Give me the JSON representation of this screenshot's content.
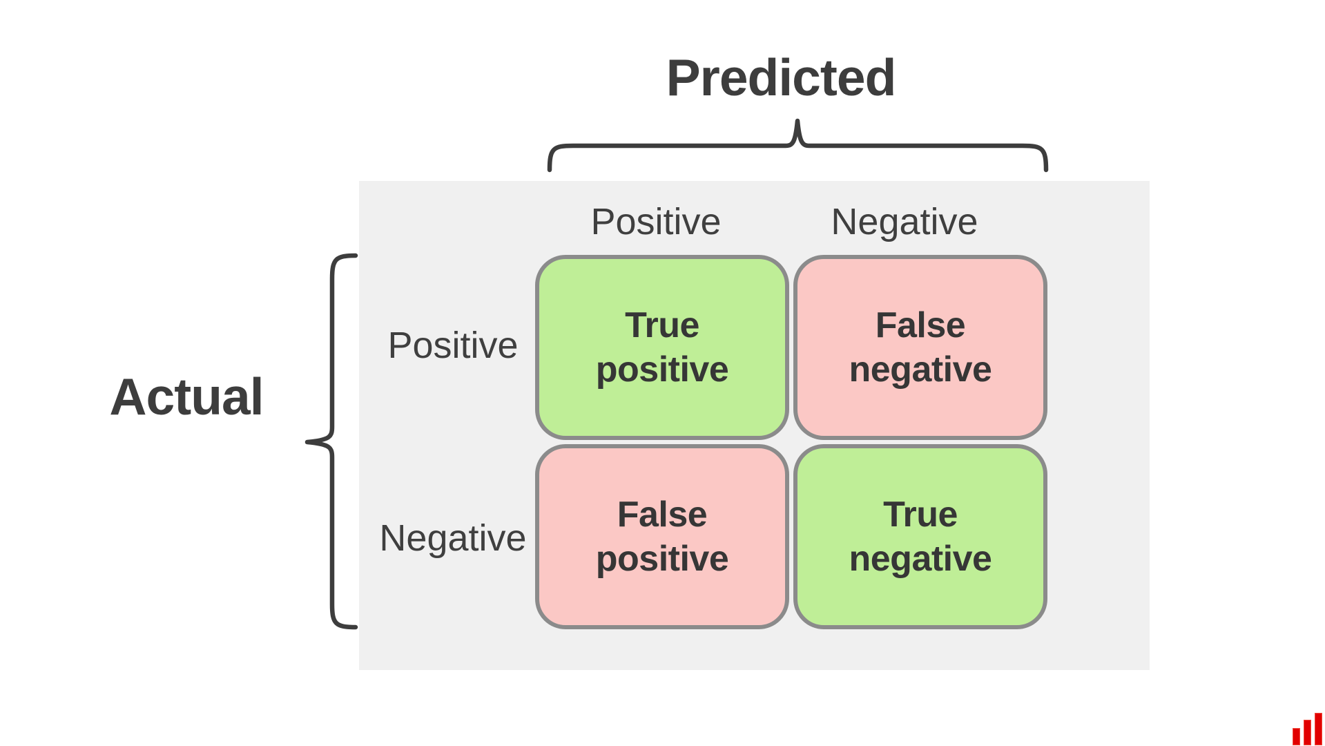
{
  "titles": {
    "predicted": "Predicted",
    "actual": "Actual"
  },
  "matrix": {
    "column_headers": {
      "positive": "Positive",
      "negative": "Negative"
    },
    "row_headers": {
      "positive": "Positive",
      "negative": "Negative"
    },
    "cells": {
      "true_positive": {
        "line1": "True",
        "line2": "positive",
        "outcome": "correct"
      },
      "false_negative": {
        "line1": "False",
        "line2": "negative",
        "outcome": "incorrect"
      },
      "false_positive": {
        "line1": "False",
        "line2": "positive",
        "outcome": "incorrect"
      },
      "true_negative": {
        "line1": "True",
        "line2": "negative",
        "outcome": "correct"
      }
    }
  },
  "colors": {
    "correct_green": "#bfee97",
    "incorrect_pink": "#fbc8c5",
    "cell_border_gray": "#8b8b8b",
    "panel_gray": "#f0f0f0",
    "text_dark": "#3d3d3d",
    "logo_red": "#e10000"
  },
  "icons": {
    "logo": "ascending-bar-chart-logo"
  }
}
